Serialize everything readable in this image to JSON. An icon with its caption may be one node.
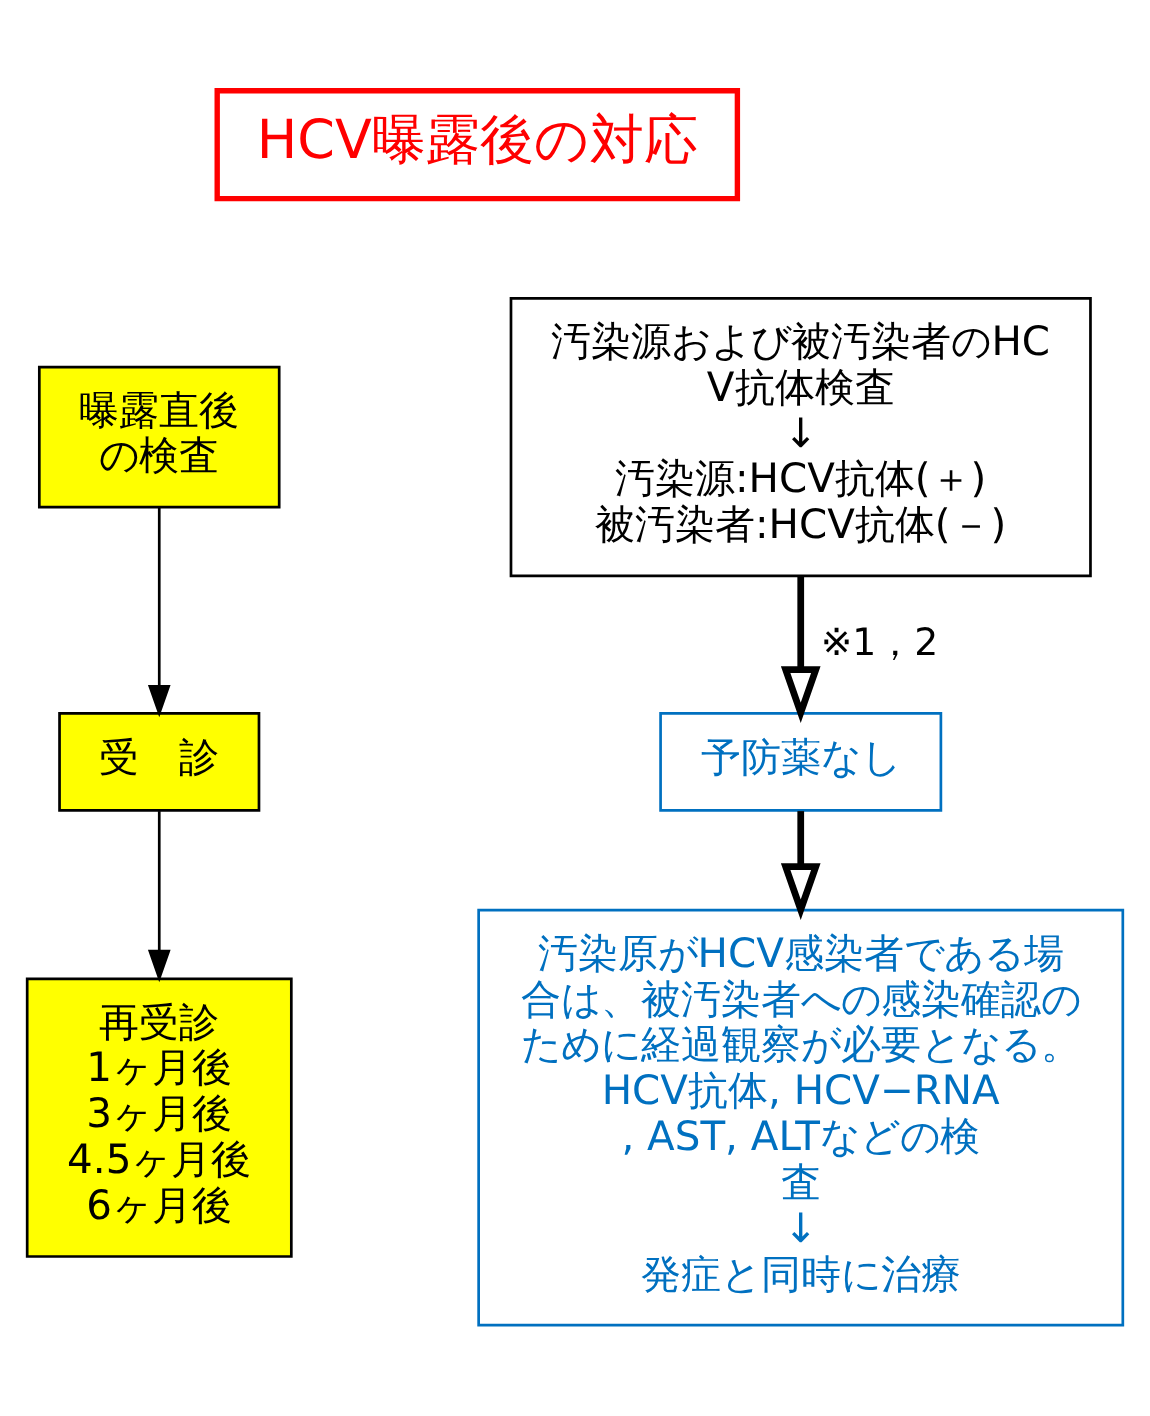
{
  "diagram": {
    "nodes": [
      {
        "text": [
          "HCV曝露後の対応"
        ]
      },
      {
        "text": [
          "曝露直後の検査"
        ]
      },
      {
        "text": [
          "受　診"
        ]
      },
      {
        "text": [
          "再受診",
          "1ヶ月後",
          "3ヶ月後",
          "4.5ヶ月後",
          "6ヶ月後"
        ]
      },
      {
        "text": [
          "汚染源および被汚染者のHCV抗体検査",
          "↓",
          "汚染源:HCV抗体(＋)",
          "被汚染者:HCV抗体(－)"
        ]
      },
      {
        "text": [
          "予防薬なし"
        ]
      },
      {
        "text": [
          "汚染原がHCV感染者である場合は、被汚染者への感染確認のために経過観察が必要となる。",
          "HCV抗体, HCV−RNA, AST, ALTなどの検査",
          "↓",
          "発症と同時に治療"
        ]
      }
    ],
    "edges": [
      {
        "from": 1,
        "to": 2,
        "arrow": "to"
      },
      {
        "from": 2,
        "to": 3,
        "arrow": "to"
      },
      {
        "from": 4,
        "to": 5,
        "arrow": "to",
        "style": "thick",
        "label": "※1，2"
      },
      {
        "from": 5,
        "to": 6,
        "arrow": "to",
        "style": "thick"
      }
    ]
  }
}
